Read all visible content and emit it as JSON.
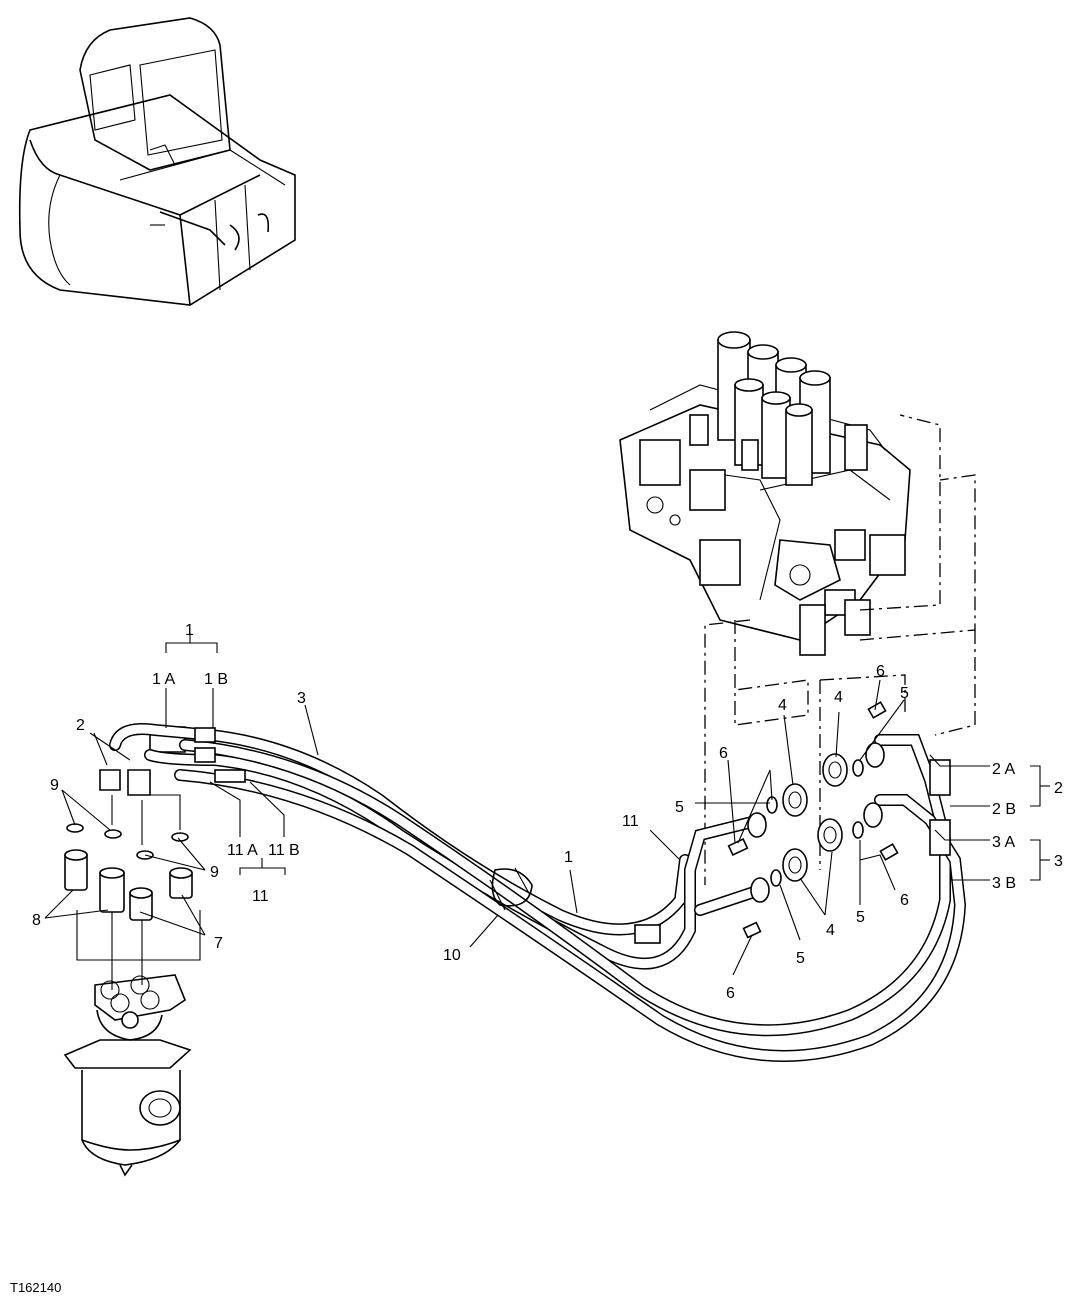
{
  "figure_id": "T162140",
  "callouts": {
    "c1": "1",
    "c1a": "1 A",
    "c1b": "1 B",
    "c2": "2",
    "c2a": "2 A",
    "c2b": "2 B",
    "c3": "3",
    "c3a": "3 A",
    "c3b": "3 B",
    "c4": "4",
    "c5": "5",
    "c6": "6",
    "c7": "7",
    "c8": "8",
    "c9": "9",
    "c10": "10",
    "c11": "11",
    "c11a": "11 A",
    "c11b": "11 B"
  }
}
